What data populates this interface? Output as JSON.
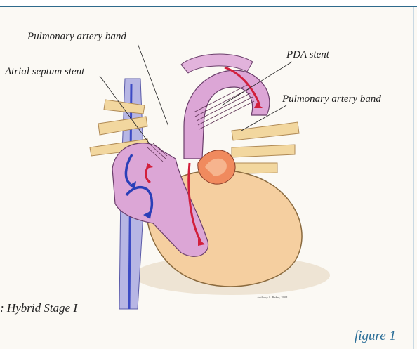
{
  "labels": {
    "pulmonary_artery_band_top": "Pulmonary artery band",
    "pda_stent": "PDA stent",
    "atrial_septum_stent": "Atrial septum stent",
    "pulmonary_artery_band_right": "Pulmonary artery band"
  },
  "caption": ": Hybrid Stage I",
  "signature": "Anthony S. Baker, 2004",
  "figure_label": "figure 1",
  "colors": {
    "rule": "#2e6a8c",
    "figure_label": "#2c6f98",
    "deoxygenated_flow": "#2a3fb8",
    "oxygenated_flow": "#d21f3c",
    "vessels": "#f2d79f",
    "right_heart": "#dca6d6",
    "left_heart": "#f5cfa0"
  }
}
